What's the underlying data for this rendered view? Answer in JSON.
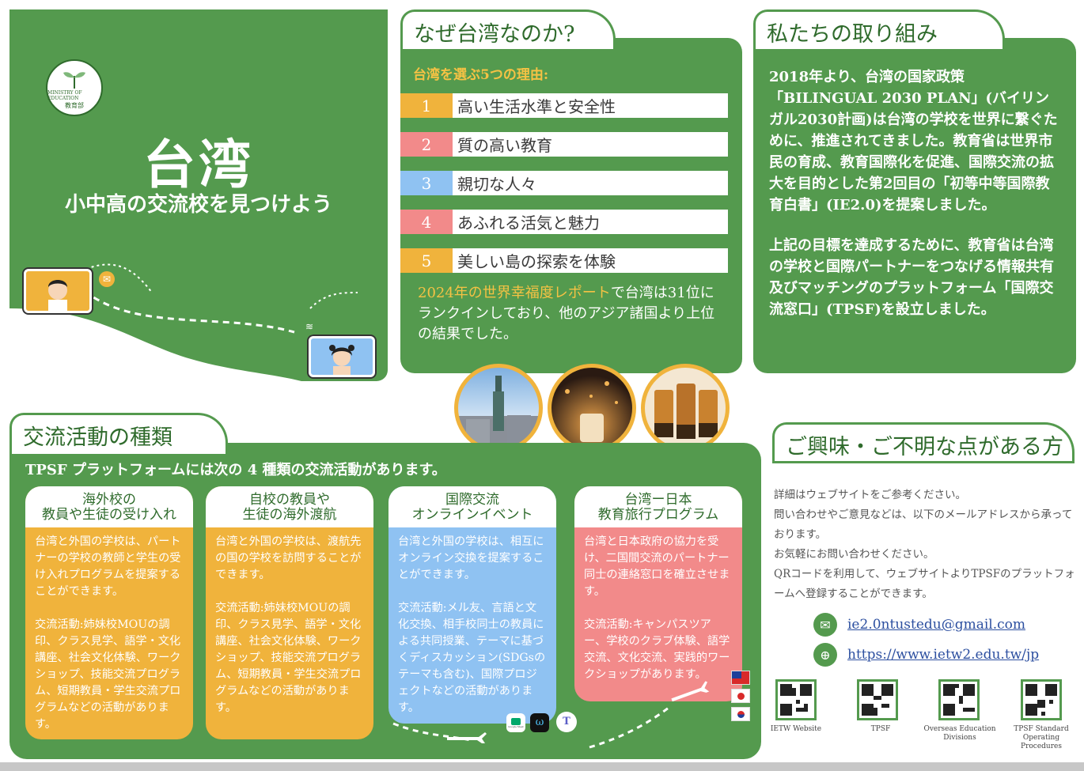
{
  "hero": {
    "logo_text": "MINISTRY OF EDUCATION",
    "logo_sub": "教育部",
    "title": "台湾",
    "subtitle": "小中高の交流校を見つけよう"
  },
  "why": {
    "tab_title": "なぜ台湾なのか?",
    "heading": "台湾を選ぶ5つの理由:",
    "reasons": [
      {
        "num": "1",
        "text": "高い生活水準と安全性",
        "color": "#f0b33c"
      },
      {
        "num": "2",
        "text": "質の高い教育",
        "color": "#f28a8a"
      },
      {
        "num": "3",
        "text": "親切な人々",
        "color": "#8fc2f2"
      },
      {
        "num": "4",
        "text": "あふれる活気と魅力",
        "color": "#f28a8a"
      },
      {
        "num": "5",
        "text": "美しい島の探索を体験",
        "color": "#f0b33c"
      }
    ],
    "note_highlight": "2024年の世界幸福度レポート",
    "note_rest": "で台湾は31位にランクインしており、他のアジア諸国より上位の結果でした。"
  },
  "effort": {
    "tab_title": "私たちの取り組み",
    "p1": "2018年より、台湾の国家政策「BILINGUAL 2030 PLAN」(バイリンガル2030計画)は台湾の学校を世界に繋ぐために、推進されてきました。教育省は世界市民の育成、教育国際化を促進、国際交流の拡大を目的とした第2回目の「初等中等国際教育白書」(IE2.0)を提案しました。",
    "p2": "上記の目標を達成するために、教育省は台湾の学校と国際パートナーをつなげる情報共有及びマッチングのプラットフォーム「国際交流窓口」(TPSF)を設立しました。"
  },
  "activities": {
    "tab_title": "交流活動の種類",
    "intro": "TPSF プラットフォームには次の 4 種類の交流活動があります。",
    "cards": [
      {
        "title1": "海外校の",
        "title2": "教員や生徒の受け入れ",
        "p1": "台湾と外国の学校は、パートナーの学校の教師と学生の受け入れプログラムを提案することができます。",
        "p2": "交流活動:姉妹校MOUの調印、クラス見学、語学・文化講座、社会文化体験、ワークショップ、技能交流プログラム、短期教員・学生交流プログラムなどの活動があります。"
      },
      {
        "title1": "自校の教員や",
        "title2": "生徒の海外渡航",
        "p1": "台湾と外国の学校は、渡航先の国の学校を訪問することができます。",
        "p2": "交流活動:姉妹校MOUの調印、クラス見学、語学・文化講座、社会文化体験、ワークショップ、技能交流プログラム、短期教員・学生交流プログラムなどの活動があります。"
      },
      {
        "title1": "国際交流",
        "title2": "オンラインイベント",
        "p1": "台湾と外国の学校は、相互にオンライン交換を提案することができます。",
        "p2": "交流活動:メル友、言語と文化交換、相手校同士の教員による共同授業、テーマに基づくディスカッション(SDGsのテーマも含む)、国際プロジェクトなどの活動があります。"
      },
      {
        "title1": "台湾ー日本",
        "title2": "教育旅行プログラム",
        "p1": "台湾と日本政府の協力を受け、二国間交流のパートナー同士の連絡窓口を確立させます。",
        "p2": "交流活動:キャンパスツアー、学校のクラブ体験、語学交流、文化交流、実践的ワークショップがあります。"
      }
    ]
  },
  "contact": {
    "tab_title": "ご興味・ご不明な点がある方",
    "lines": [
      "詳細はウェブサイトをご参考ください。",
      "問い合わせやご意見などは、以下のメールアドレスから承っております。",
      "お気軽にお問い合わせください。",
      "QRコードを利用して、ウェブサイトよりTPSFのプラットフォームへ登録することができます。"
    ],
    "email": "ie2.0ntustedu@gmail.com",
    "url": "https://www.ietw2.edu.tw/jp",
    "qr_captions": [
      "IETW Website",
      "TPSF",
      "Overseas Education Divisions",
      "TPSF Standard Operating Procedures"
    ]
  },
  "apps": {
    "meet": "Google Meet"
  }
}
